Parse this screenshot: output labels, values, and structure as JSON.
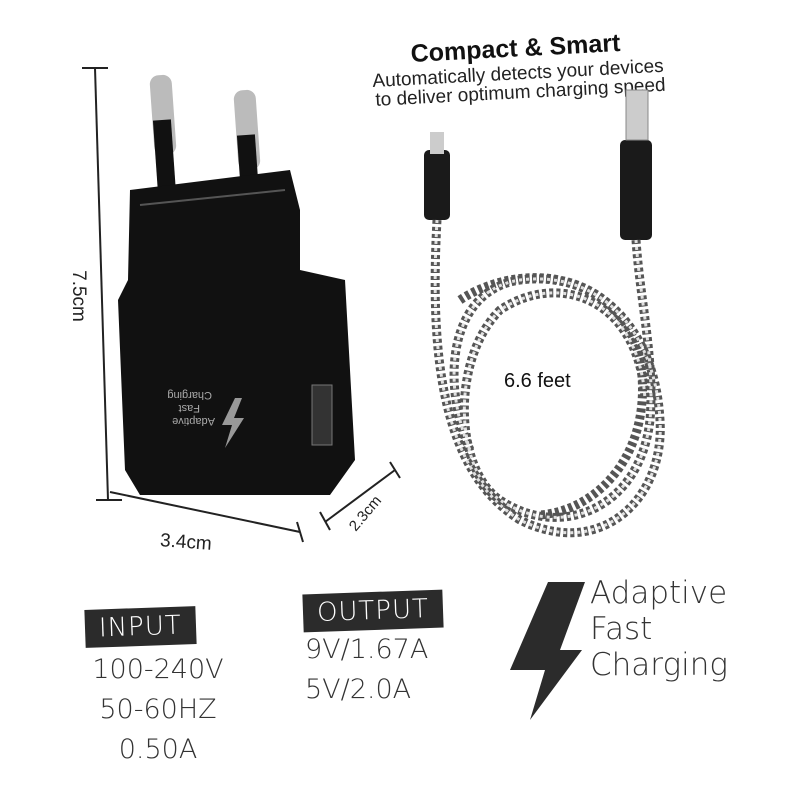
{
  "headline": {
    "title": "Compact & Smart",
    "subtitle_lines": [
      "Automatically detects your devices",
      "to deliver optimum charging speed"
    ]
  },
  "dimensions": {
    "height": "7.5cm",
    "width": "3.4cm",
    "depth": "2.3cm"
  },
  "charger_print": {
    "lines": [
      "Adaptive",
      "Fast",
      "Charging"
    ]
  },
  "cable": {
    "length": "6.6 feet"
  },
  "input": {
    "label": "INPUT",
    "values": [
      "100-240V",
      "50-60HZ",
      "0.50A"
    ]
  },
  "output": {
    "label": "OUTPUT",
    "values": [
      "9V/1.67A",
      "5V/2.0A"
    ]
  },
  "badge": {
    "lines": [
      "Adaptive",
      "Fast",
      "Charging"
    ]
  },
  "colors": {
    "charger": "#111111",
    "label_bg": "#2b2b2b"
  }
}
